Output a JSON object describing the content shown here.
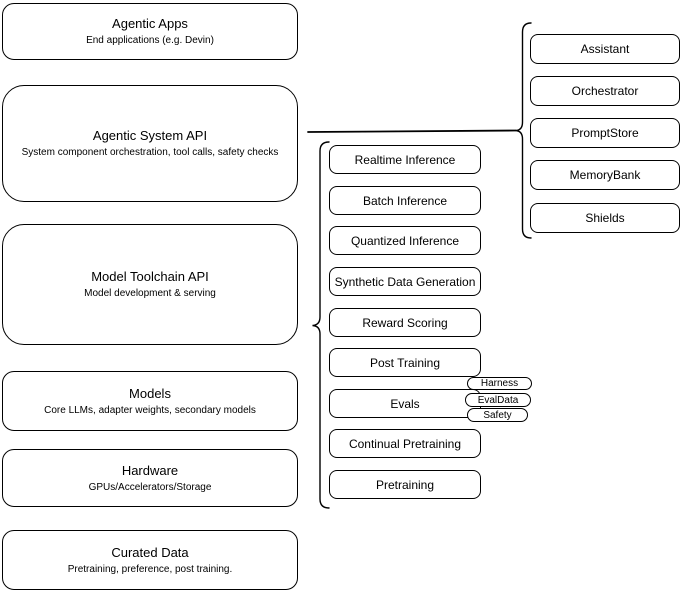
{
  "diagram": {
    "title": "Agentic system stack diagram",
    "colors": {
      "stroke": "#000000",
      "fill": "#ffffff",
      "text": "#000000"
    },
    "left_stack": [
      {
        "title": "Agentic Apps",
        "subtitle": "End applications (e.g. Devin)"
      },
      {
        "title": "Agentic System API",
        "subtitle": "System component orchestration, tool calls, safety checks"
      },
      {
        "title": "Model Toolchain API",
        "subtitle": "Model development & serving"
      },
      {
        "title": "Models",
        "subtitle": "Core LLMs, adapter weights, secondary models"
      },
      {
        "title": "Hardware",
        "subtitle": "GPUs/Accelerators/Storage"
      },
      {
        "title": "Curated Data",
        "subtitle": "Pretraining, preference, post training."
      }
    ],
    "toolchain_components": [
      "Realtime Inference",
      "Batch Inference",
      "Quantized Inference",
      "Synthetic Data Generation",
      "Reward Scoring",
      "Post Training",
      "Evals",
      "Continual Pretraining",
      "Pretraining"
    ],
    "evals_tags": [
      "Harness",
      "EvalData",
      "Safety"
    ],
    "system_components": [
      "Assistant",
      "Orchestrator",
      "PromptStore",
      "MemoryBank",
      "Shields"
    ]
  }
}
